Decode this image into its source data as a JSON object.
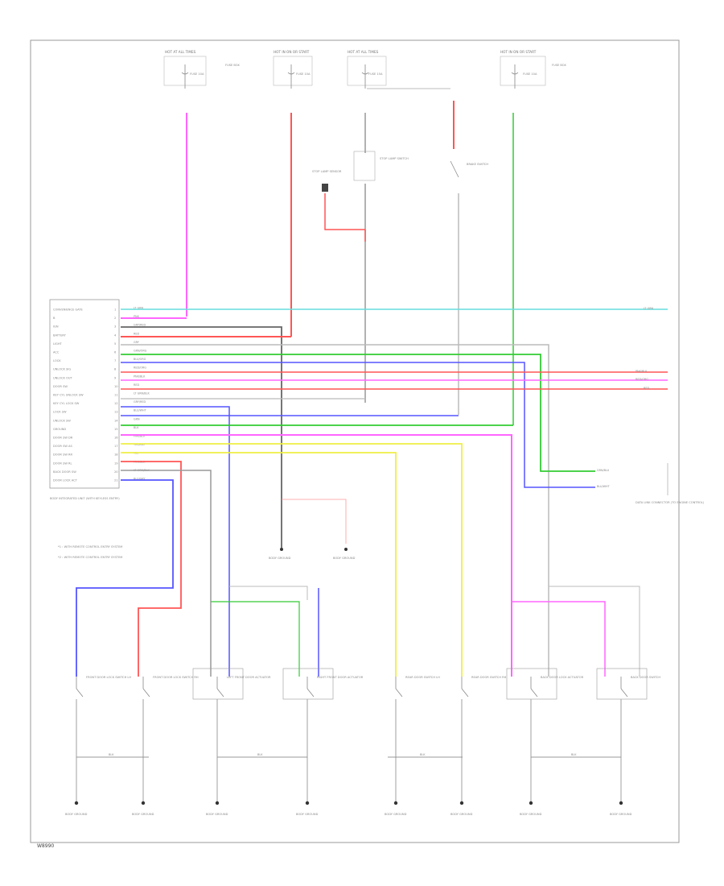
{
  "diagram": {
    "footer_code": "W8990",
    "wire_colors": {
      "pink": "#ff66ff",
      "cyan": "#66dddd",
      "red": "#ff5555",
      "green": "#33cc33",
      "blue": "#5555ff",
      "yellow": "#eeee44",
      "gray": "#999999",
      "dark": "#666666",
      "light_gray": "#bbbbbb"
    },
    "fuse_blocks": [
      {
        "title": "HOT AT ALL TIMES",
        "fuse": "FUSE 10A"
      },
      {
        "title": "HOT IN ON OR START",
        "fuse": "FUSE 10A"
      },
      {
        "title": "HOT AT ALL TIMES",
        "fuse": "FUSE 15A"
      },
      {
        "title": "HOT IN ON OR START",
        "fuse": "FUSE 10A"
      }
    ],
    "stop_lamp_switch": "STOP LAMP SWITCH",
    "brake_switch": "BRAKE SWITCH",
    "stop_lamp_sensor": "STOP LAMP SENSOR",
    "module": {
      "name": "BODY INTEGRATED UNIT",
      "rows": [
        "CONVENIENCE GATE",
        "B",
        "IGN",
        "BATTERY",
        "LIGHT",
        "ACC",
        "LOCK",
        "UNLOCK SIG",
        "UNLOCK OUT",
        "DOOR SW",
        "KEY CYL UNLOCK SW",
        "KEY CYL LOCK SW",
        "LOCK SW",
        "UNLOCK SW",
        "GROUND",
        "DOOR SW DR",
        "DOOR SW AS",
        "DOOR SW RR",
        "DOOR SW RL",
        "BACK DOOR SW",
        "DOOR LOCK ACT"
      ],
      "wire_labels": [
        "LT GRN",
        "PNK",
        "GRY/RED",
        "RED",
        "GRY",
        "GRN/ORG",
        "BLU/ORG",
        "RED/ORG",
        "PNK/BLK",
        "RED",
        "LT GRN/BLK",
        "GRY/RED",
        "BLU/WHT",
        "GRN",
        "BLK",
        "PNK/BLK",
        "YEL/BLU",
        "YEL",
        "PNK/BLK",
        "LT GRN/BLK",
        "BLU/GRY"
      ],
      "caption": "BODY INTEGRATED UNIT (WITH KEYLESS ENTRY)"
    },
    "right_connector": {
      "wire_labels": [
        "LT GRN",
        "PNK/BLK",
        "RED/ORG",
        "RED"
      ],
      "bottom_labels": [
        "GRN/BLU",
        "BLU/WHT"
      ],
      "caption": "DATA LINK CONNECTOR (TO ENGINE CONTROL)"
    },
    "notes": [
      "*1 : WITH REMOTE CONTROL ENTRY SYSTEM",
      "*2 : WITH REMOTE CONTROL ENTRY SYSTEM"
    ],
    "mid_grounds": [
      {
        "label": "BODY GROUND"
      },
      {
        "label": "BODY GROUND"
      }
    ],
    "switches": [
      {
        "name": "FRONT DOOR LOCK SWITCH LH"
      },
      {
        "name": "FRONT DOOR LOCK SWITCH RH"
      },
      {
        "name": "LEFT FRONT DOOR ACTUATOR"
      },
      {
        "name": "RIGHT FRONT DOOR ACTUATOR"
      },
      {
        "name": "REAR DOOR SWITCH LH"
      },
      {
        "name": "REAR DOOR SWITCH RH"
      },
      {
        "name": "BACK DOOR LOCK ACTUATOR"
      },
      {
        "name": "BACK DOOR SWITCH"
      }
    ],
    "bottom_wire_labels": [
      "BLK",
      "BLK",
      "BLK",
      "BLK"
    ],
    "grounds": [
      {
        "label": "BODY GROUND"
      },
      {
        "label": "BODY GROUND"
      },
      {
        "label": "BODY GROUND"
      },
      {
        "label": "BODY GROUND"
      },
      {
        "label": "BODY GROUND"
      },
      {
        "label": "BODY GROUND"
      },
      {
        "label": "BODY GROUND"
      },
      {
        "label": "BODY GROUND"
      }
    ]
  }
}
